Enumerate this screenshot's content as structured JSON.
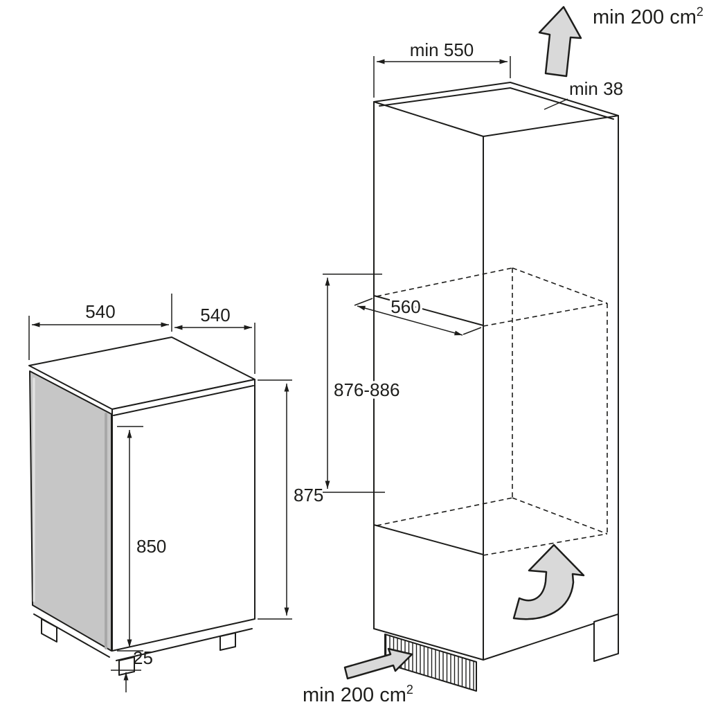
{
  "colors": {
    "line": "#1d1d1b",
    "door": "#c6c6c6",
    "door_edge_light": "#e4e4e4",
    "door_edge_dark": "#a8a8a8",
    "arrow": "#d9d9d9"
  },
  "appliance": {
    "width": "540",
    "depth": "540",
    "height": "875",
    "door_height": "850",
    "plinth": "25"
  },
  "cabinet": {
    "depth_min": "min 550",
    "top_clearance": "min 38",
    "niche_width": "560",
    "niche_height": "876-886"
  },
  "airflow": {
    "top_label": "min 200 cm",
    "top_sup": "2",
    "bottom_label": "min 200 cm",
    "bottom_sup": "2"
  }
}
